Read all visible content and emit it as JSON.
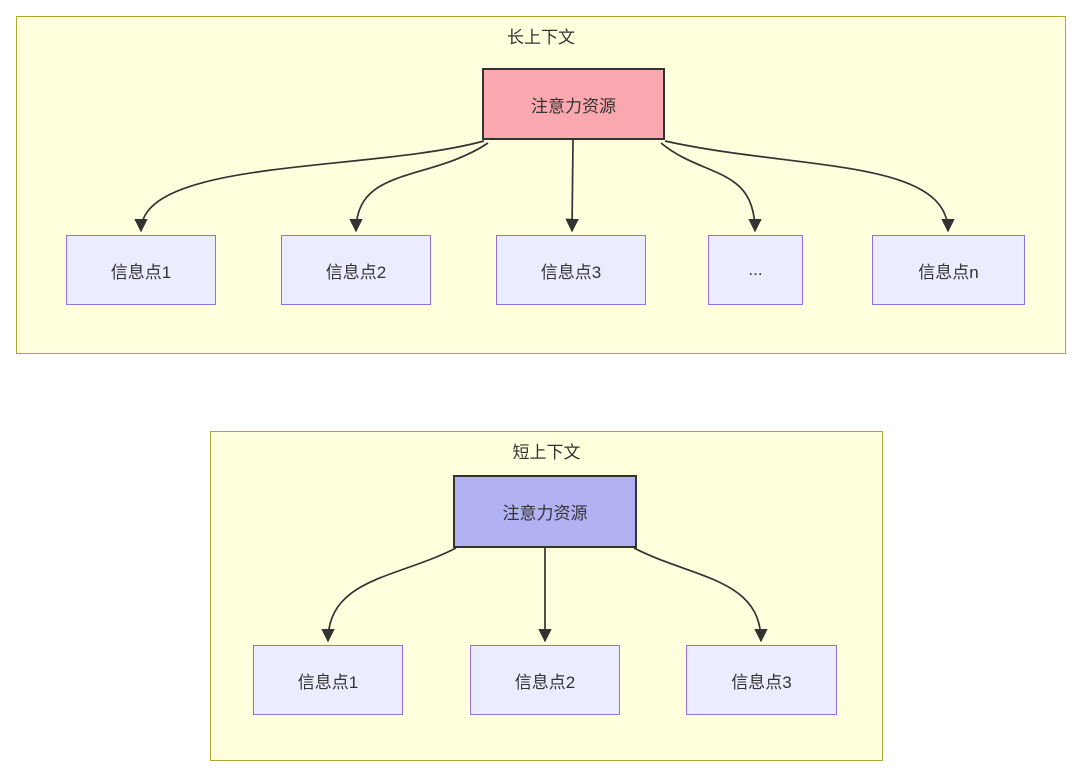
{
  "colors": {
    "page_background": "#ffffff",
    "cluster_fill": "#ffffde",
    "cluster_border": "#aaaa33",
    "node_fill": "#ececff",
    "node_border": "#9370db",
    "attention_long_fill": "#f8a8ae",
    "attention_short_fill": "#b2b2f2",
    "attention_border": "#333333",
    "edge_color": "#333333",
    "text_color": "#333333"
  },
  "long_context": {
    "title": "长上下文",
    "attention": {
      "label": "注意力资源"
    },
    "nodes": [
      {
        "label": "信息点1"
      },
      {
        "label": "信息点2"
      },
      {
        "label": "信息点3"
      },
      {
        "label": "..."
      },
      {
        "label": "信息点n"
      }
    ]
  },
  "short_context": {
    "title": "短上下文",
    "attention": {
      "label": "注意力资源"
    },
    "nodes": [
      {
        "label": "信息点1"
      },
      {
        "label": "信息点2"
      },
      {
        "label": "信息点3"
      }
    ]
  }
}
